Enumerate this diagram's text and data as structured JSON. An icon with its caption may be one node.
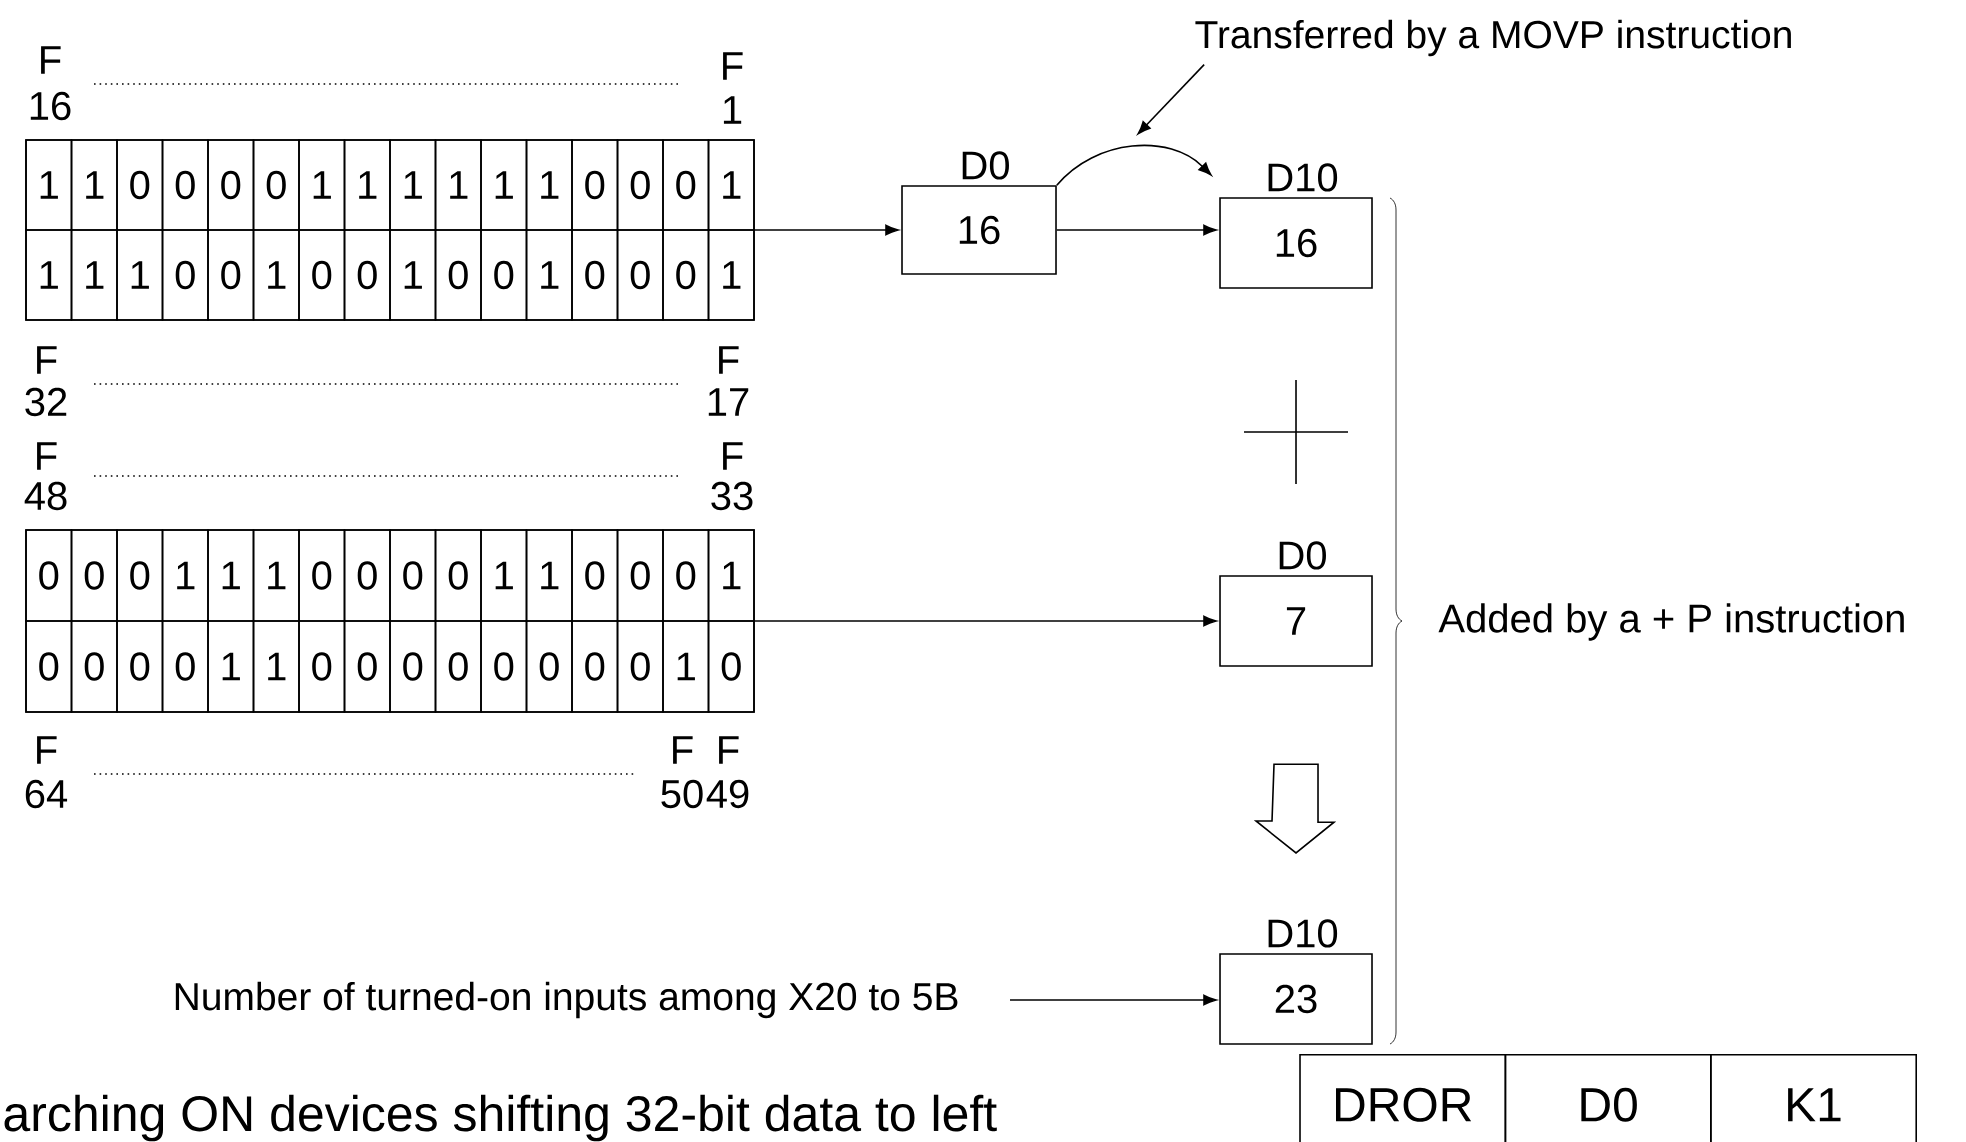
{
  "diagram": {
    "nodes": [
      {
        "text": [],
        "shape": "box"
      },
      {
        "text": [],
        "shape": "box"
      },
      {
        "text": [
          "16"
        ],
        "beside": [
          "D0"
        ]
      },
      {
        "text": [
          "16"
        ],
        "beside": [
          "D10"
        ]
      },
      {
        "text": [
          "7"
        ],
        "beside": [
          "D0"
        ]
      },
      {
        "text": [
          "23"
        ],
        "beside": [
          "D10"
        ]
      },
      {
        "text": [
          "Number of turned-on inputs among X20 to 5B"
        ]
      },
      {
        "text": [
          "Transferred by a MOVP instruction"
        ]
      }
    ],
    "edges": [
      {
        "from": 0,
        "to": 2,
        "arrow": "to"
      },
      {
        "from": 2,
        "to": 3,
        "arrow": "to"
      },
      {
        "from": 2,
        "to": 3,
        "arrow": "to"
      },
      {
        "from": 1,
        "to": 4,
        "arrow": "to"
      },
      {
        "from": 6,
        "to": 5,
        "arrow": "to"
      },
      {
        "from": 4,
        "to": 5,
        "arrow": "to"
      },
      {
        "from": 7,
        "to": null,
        "arrow": "to"
      }
    ],
    "labels": [
      "F",
      "16",
      "F",
      "1",
      "1",
      "1",
      "0",
      "0",
      "0",
      "0",
      "1",
      "1",
      "1",
      "1",
      "1",
      "1",
      "0",
      "0",
      "0",
      "1",
      "1",
      "1",
      "1",
      "0",
      "0",
      "1",
      "0",
      "0",
      "1",
      "0",
      "0",
      "1",
      "0",
      "0",
      "0",
      "1",
      "F",
      "32",
      "F",
      "17",
      "F",
      "48",
      "F",
      "33",
      "0",
      "0",
      "0",
      "1",
      "1",
      "1",
      "0",
      "0",
      "0",
      "0",
      "1",
      "1",
      "0",
      "0",
      "0",
      "1",
      "0",
      "0",
      "0",
      "0",
      "1",
      "1",
      "0",
      "0",
      "0",
      "0",
      "0",
      "0",
      "0",
      "0",
      "1",
      "0",
      "F",
      "64",
      "F",
      "F",
      "50",
      "49",
      "Added by a + P instruction",
      "arching ON devices shifting 32-bit data to left",
      "DROR",
      "D0",
      "K1"
    ]
  }
}
